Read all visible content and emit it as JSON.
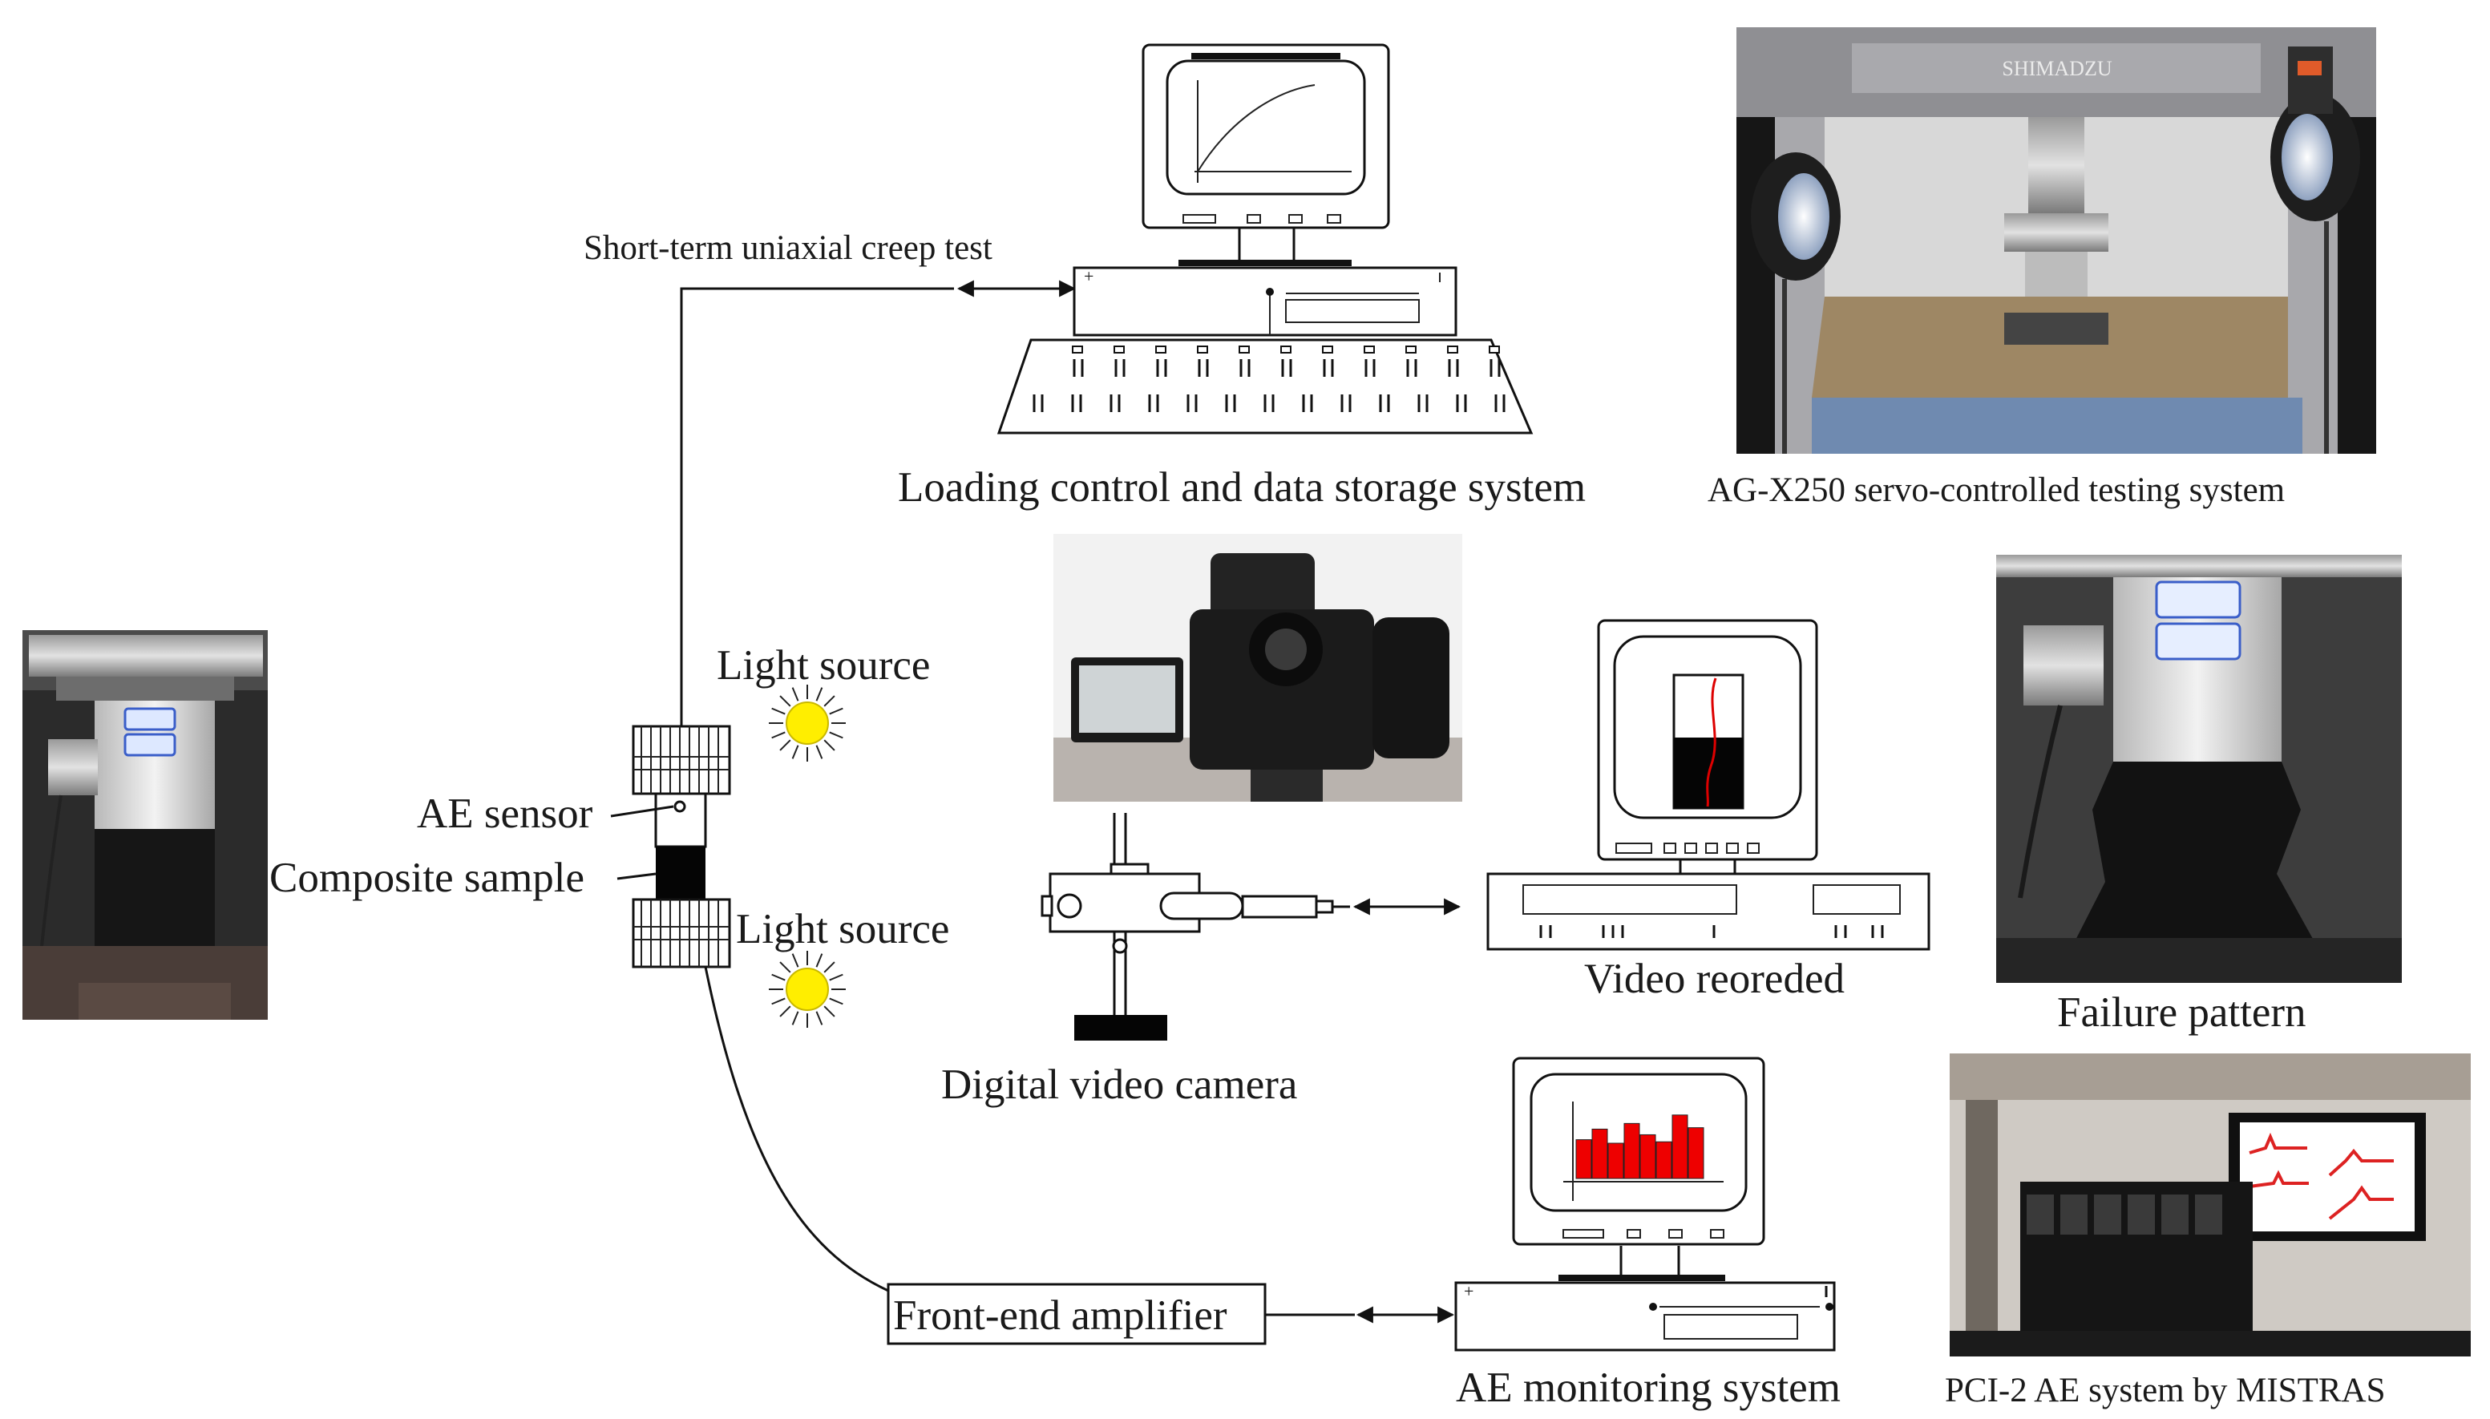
{
  "labels": {
    "creep_test": "Short-term uniaxial creep test",
    "loading_system": "Loading control and data storage system",
    "testing_system": "AG-X250 servo-controlled testing system",
    "light_source_top": "Light source",
    "light_source_bottom": "Light source",
    "ae_sensor": "AE sensor",
    "composite_sample": "Composite sample",
    "video_recorded": "Video reoreded",
    "failure_pattern": "Failure pattern",
    "digital_camera": "Digital video camera",
    "amplifier": "Front-end amplifier",
    "ae_monitoring": "AE monitoring system",
    "pci_system": "PCI-2 AE system by MISTRAS",
    "shimadzu_brand": "SHIMADZU"
  },
  "colors": {
    "line": "#111111",
    "sun": "#ffee00",
    "histogram": "#ee0000",
    "video_trace": "#dd0000",
    "photo_dark": "#1b1b1b"
  },
  "histogram_levels": [
    0.55,
    0.7,
    0.5,
    0.78,
    0.62,
    0.52,
    0.9,
    0.72
  ],
  "icons": [
    "sun-icon",
    "video-camera-icon",
    "monitor-icon",
    "keyboard-icon",
    "tripod-icon"
  ]
}
